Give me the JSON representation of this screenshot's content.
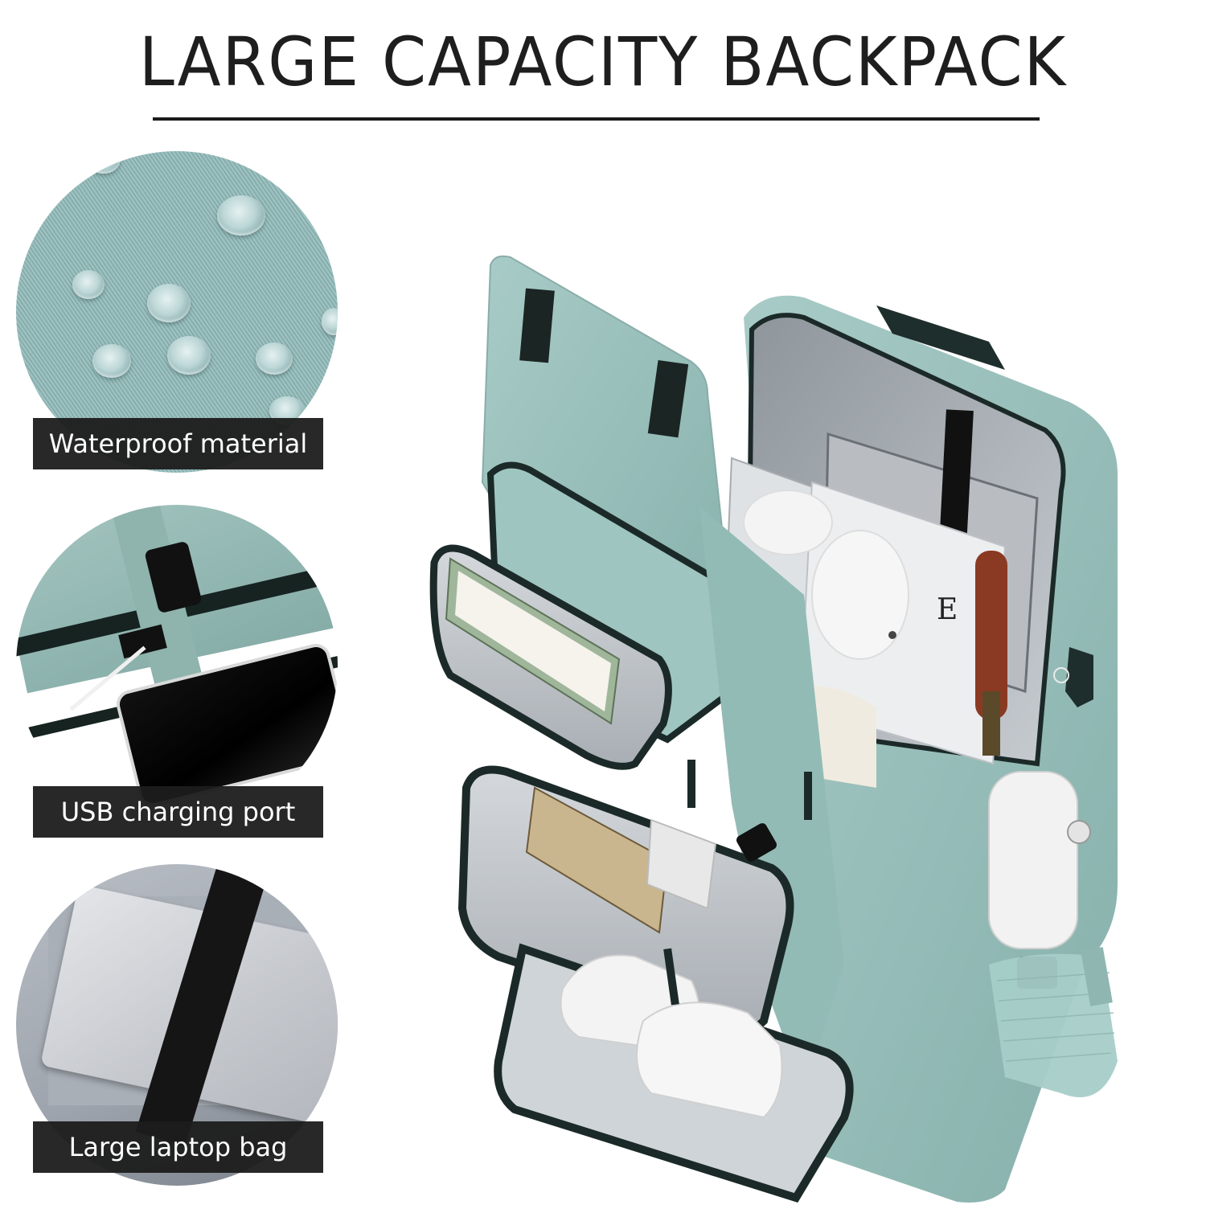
{
  "header": {
    "title": "LARGE CAPACITY BACKPACK"
  },
  "features": [
    {
      "label": "Waterproof material",
      "icon": "water-droplets-icon"
    },
    {
      "label": "USB charging port",
      "icon": "usb-port-icon"
    },
    {
      "label": "Large laptop bag",
      "icon": "laptop-sleeve-icon"
    }
  ],
  "product": {
    "image": "backpack-open-compartments",
    "color": "#9cc3bf"
  },
  "colors": {
    "fabric": "#9cc3bf",
    "trim": "#1b2a28",
    "label_bg": "#1c1c1c",
    "label_text": "#ffffff",
    "title_text": "#1e1e1e"
  }
}
